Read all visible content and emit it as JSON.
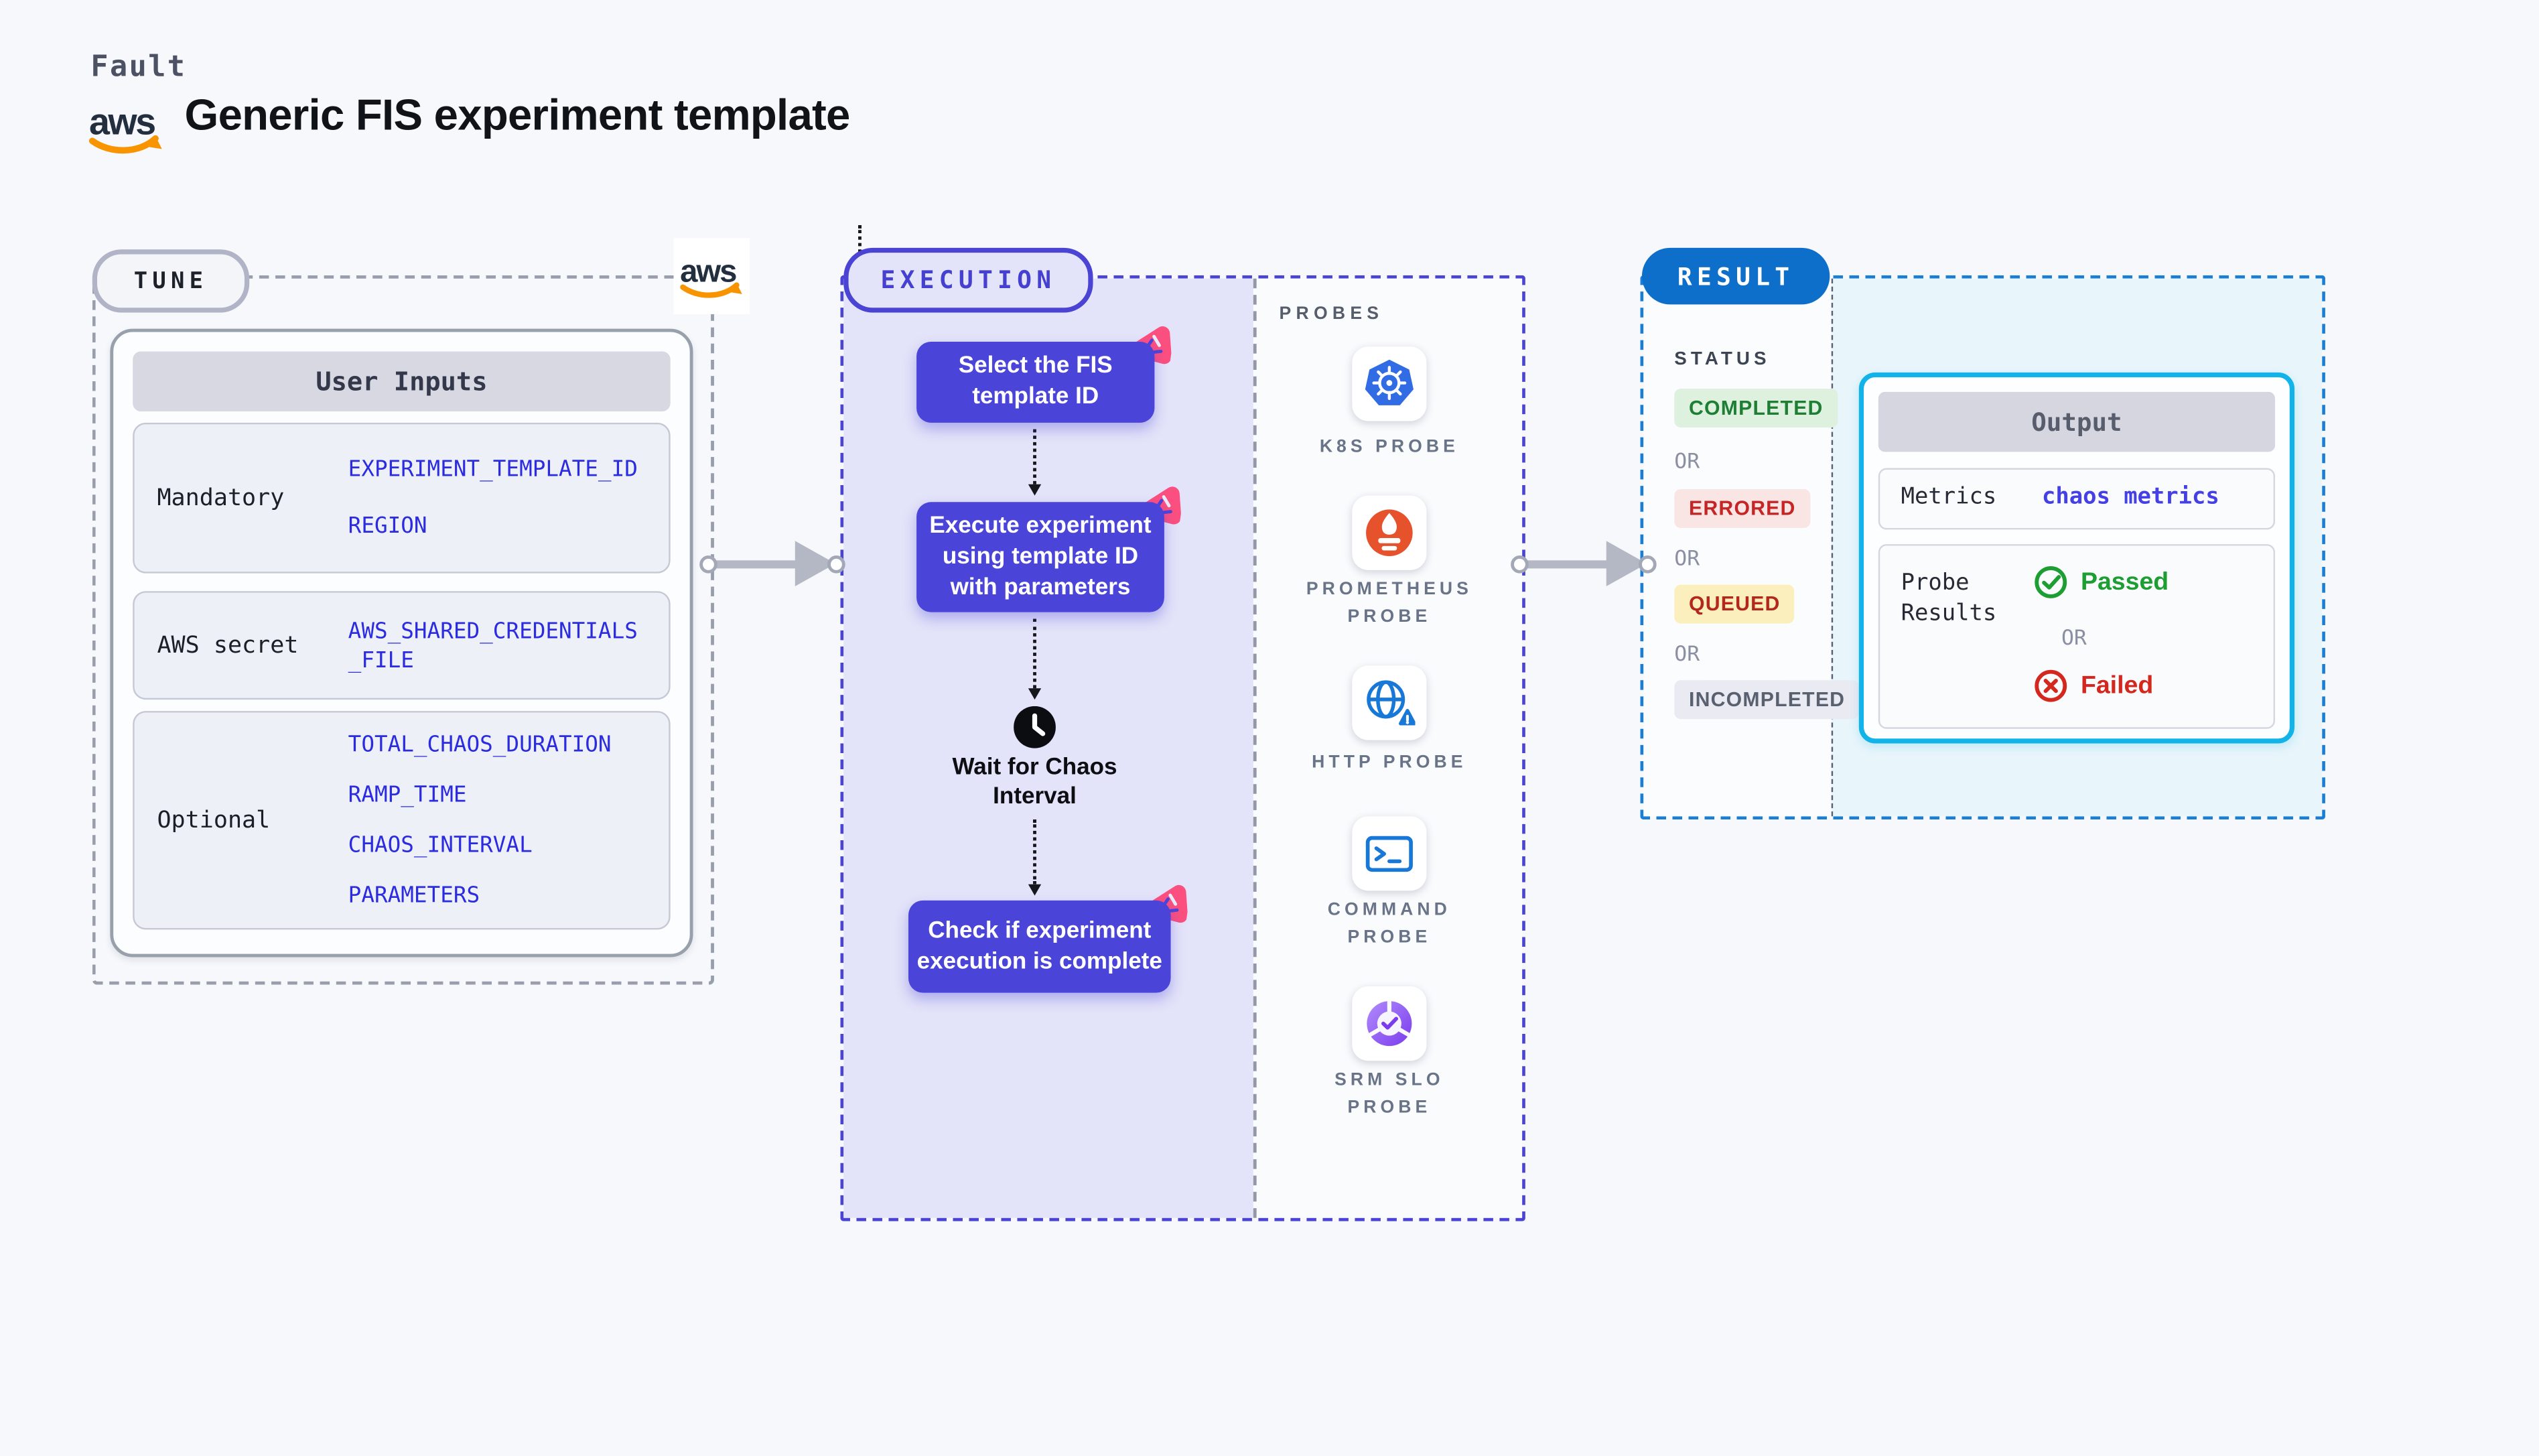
{
  "header": {
    "product_label": "Fault",
    "title": "Generic FIS experiment template",
    "logo_icon": "aws-logo-icon"
  },
  "tune": {
    "pill_label": "TUNE",
    "corner_logo_icon": "aws-logo-icon",
    "user_inputs": {
      "header": "User Inputs",
      "rows": [
        {
          "label": "Mandatory",
          "values": [
            "EXPERIMENT_TEMPLATE_ID",
            "REGION"
          ]
        },
        {
          "label": "AWS secret",
          "values": [
            "AWS_SHARED_CREDENTIALS_FILE"
          ]
        },
        {
          "label": "Optional",
          "values": [
            "TOTAL_CHAOS_DURATION",
            "RAMP_TIME",
            "CHAOS_INTERVAL",
            "PARAMETERS"
          ]
        }
      ]
    }
  },
  "execution": {
    "pill_label": "EXECUTION",
    "nodes": [
      {
        "label": "Select the FIS template ID",
        "badge_icon": "chaos-badge-icon"
      },
      {
        "label": "Execute experiment using template ID with parameters",
        "badge_icon": "chaos-badge-icon"
      },
      {
        "label": "Check if experiment execution is complete",
        "badge_icon": "chaos-badge-icon"
      }
    ],
    "wait_step": {
      "icon": "clock-icon",
      "label": "Wait for Chaos Interval"
    },
    "probes": {
      "header": "PROBES",
      "items": [
        {
          "label": "K8S PROBE",
          "icon": "kubernetes-icon"
        },
        {
          "label": "PROMETHEUS PROBE",
          "icon": "prometheus-icon"
        },
        {
          "label": "HTTP PROBE",
          "icon": "http-globe-warning-icon"
        },
        {
          "label": "COMMAND PROBE",
          "icon": "terminal-icon"
        },
        {
          "label": "SRM SLO PROBE",
          "icon": "slo-donut-check-icon"
        }
      ]
    }
  },
  "result": {
    "pill_label": "RESULT",
    "status": {
      "header": "STATUS",
      "or_label": "OR",
      "items": [
        {
          "label": "COMPLETED",
          "type": "completed",
          "bg": "#def1de",
          "color": "#1e7e34"
        },
        {
          "label": "ERRORED",
          "type": "errored",
          "bg": "#fae5e5",
          "color": "#c52525"
        },
        {
          "label": "QUEUED",
          "type": "queued",
          "bg": "#fcefbe",
          "color": "#b3271d"
        },
        {
          "label": "INCOMPLETED",
          "type": "incompleted",
          "bg": "#eaebf2",
          "color": "#596070"
        }
      ]
    },
    "output": {
      "header": "Output",
      "metrics_label": "Metrics",
      "metrics_link": "chaos metrics",
      "probe_results_label": "Probe Results",
      "or_label": "OR",
      "passed_label": "Passed",
      "passed_icon": "check-circle-icon",
      "failed_label": "Failed",
      "failed_icon": "x-circle-icon"
    }
  },
  "colors": {
    "background": "#f7f8fc",
    "indigo_accent": "#4b44d9",
    "lavender_panel": "#e3e3f9",
    "result_border_blue": "#1b7ed5",
    "result_pill_blue": "#0d6fc9",
    "output_cyan": "#12b3e8",
    "value_blue": "#2b2be0",
    "link_blue": "#4540e6",
    "passed_green": "#1d9e32",
    "failed_red": "#d4281e",
    "chaos_badge_pink": "#fb4f80",
    "aws_orange": "#f79400",
    "aws_navy": "#232f3e",
    "arrow_gray": "#b4b8c4"
  }
}
